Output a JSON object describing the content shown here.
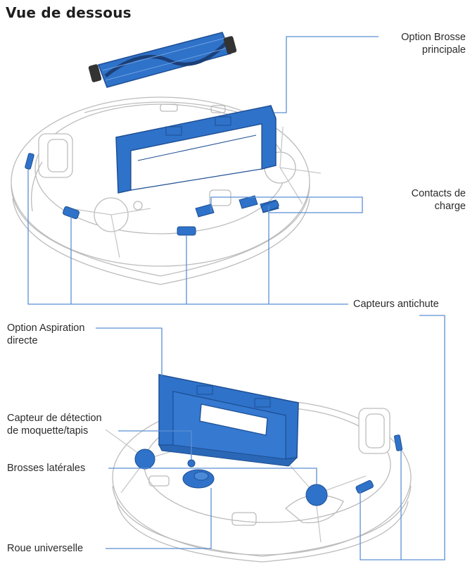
{
  "title": "Vue de dessous",
  "labels": {
    "brosse_principale": [
      "Option Brosse",
      "principale"
    ],
    "contacts_charge": [
      "Contacts de",
      "charge"
    ],
    "capteurs_antichute": "Capteurs antichute",
    "aspiration_directe": [
      "Option Aspiration",
      "directe"
    ],
    "capteur_moquette": [
      "Capteur de détection",
      "de moquette/tapis"
    ],
    "brosses_laterales": "Brosses latérales",
    "roue_universelle": "Roue universelle"
  },
  "colors": {
    "accent": "#2f72c9",
    "accent_dark": "#1e4f94",
    "leader": "#5b8fd4",
    "outline": "#bcbcbc",
    "text": "#2b2b2b"
  }
}
